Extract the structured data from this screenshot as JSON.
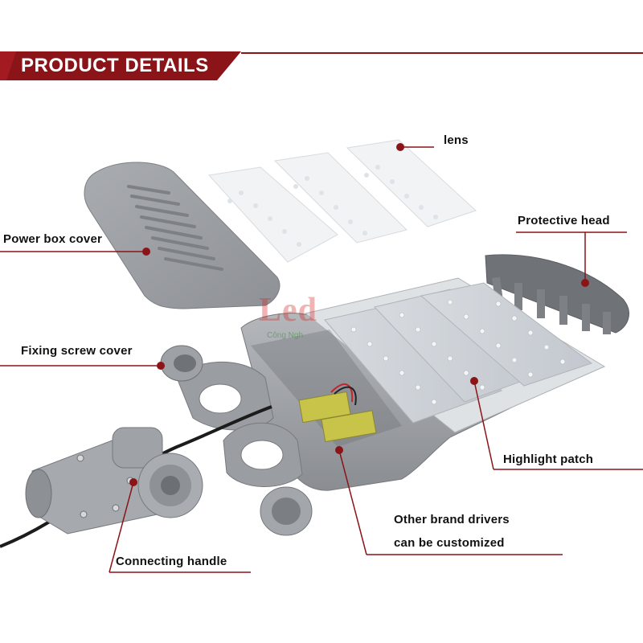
{
  "header": {
    "title": "PRODUCT DETAILS"
  },
  "callouts": {
    "lens": "lens",
    "protective_head": "Protective head",
    "power_box_cover": "Power box cover",
    "fixing_screw_cover": "Fixing screw cover",
    "highlight_patch": "Highlight patch",
    "other_brand_drivers_line1": "Other brand drivers",
    "other_brand_drivers_line2": "can be customized",
    "connecting_handle": "Connecting handle"
  },
  "watermark": {
    "text": "Led",
    "subtext": "Công Ngh"
  },
  "colors": {
    "accent": "#8b1418",
    "leader": "#8b1418",
    "housing": "#9a9da1",
    "lens": "#eef0f2",
    "pcb": "#cfd3d8"
  }
}
